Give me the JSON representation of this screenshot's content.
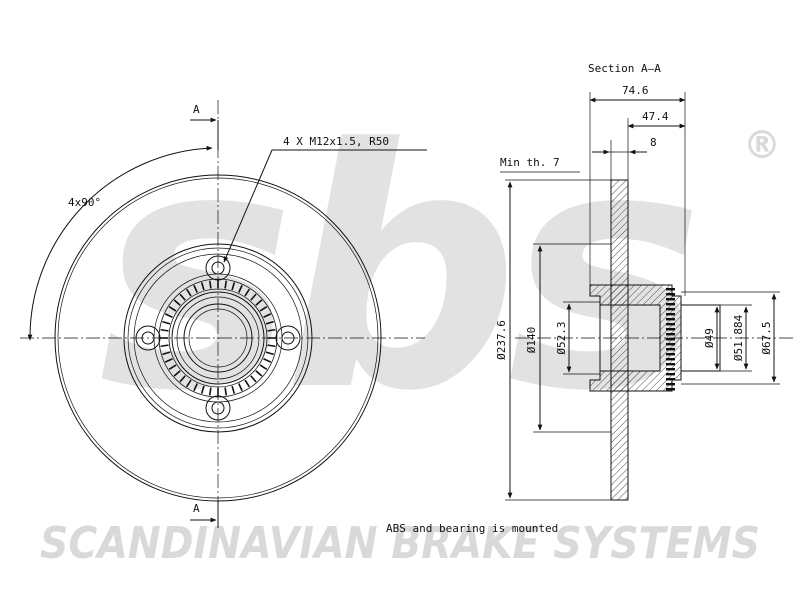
{
  "watermark": {
    "logo_text": "sbs",
    "registered_mark": "®",
    "company_name": "SCANDINAVIAN BRAKE SYSTEMS",
    "color": "#d9d9d9"
  },
  "front_view": {
    "section_marker": "A",
    "angle_label": "4x90°",
    "bolt_label": "4 X M12x1.5, R50"
  },
  "section_view": {
    "title": "Section A–A",
    "min_thickness": "Min th. 7",
    "dims": {
      "width_total": "74.6",
      "width_hub": "47.4",
      "disc_thickness": "8",
      "dia_outer": "Ø237.6",
      "dia_hat": "Ø140",
      "dia_center": "Ø52.3",
      "dia_bore": "Ø49",
      "dia_bearing": "Ø51.884",
      "dia_abs": "Ø67.5"
    }
  },
  "note": "ABS and bearing is mounted"
}
